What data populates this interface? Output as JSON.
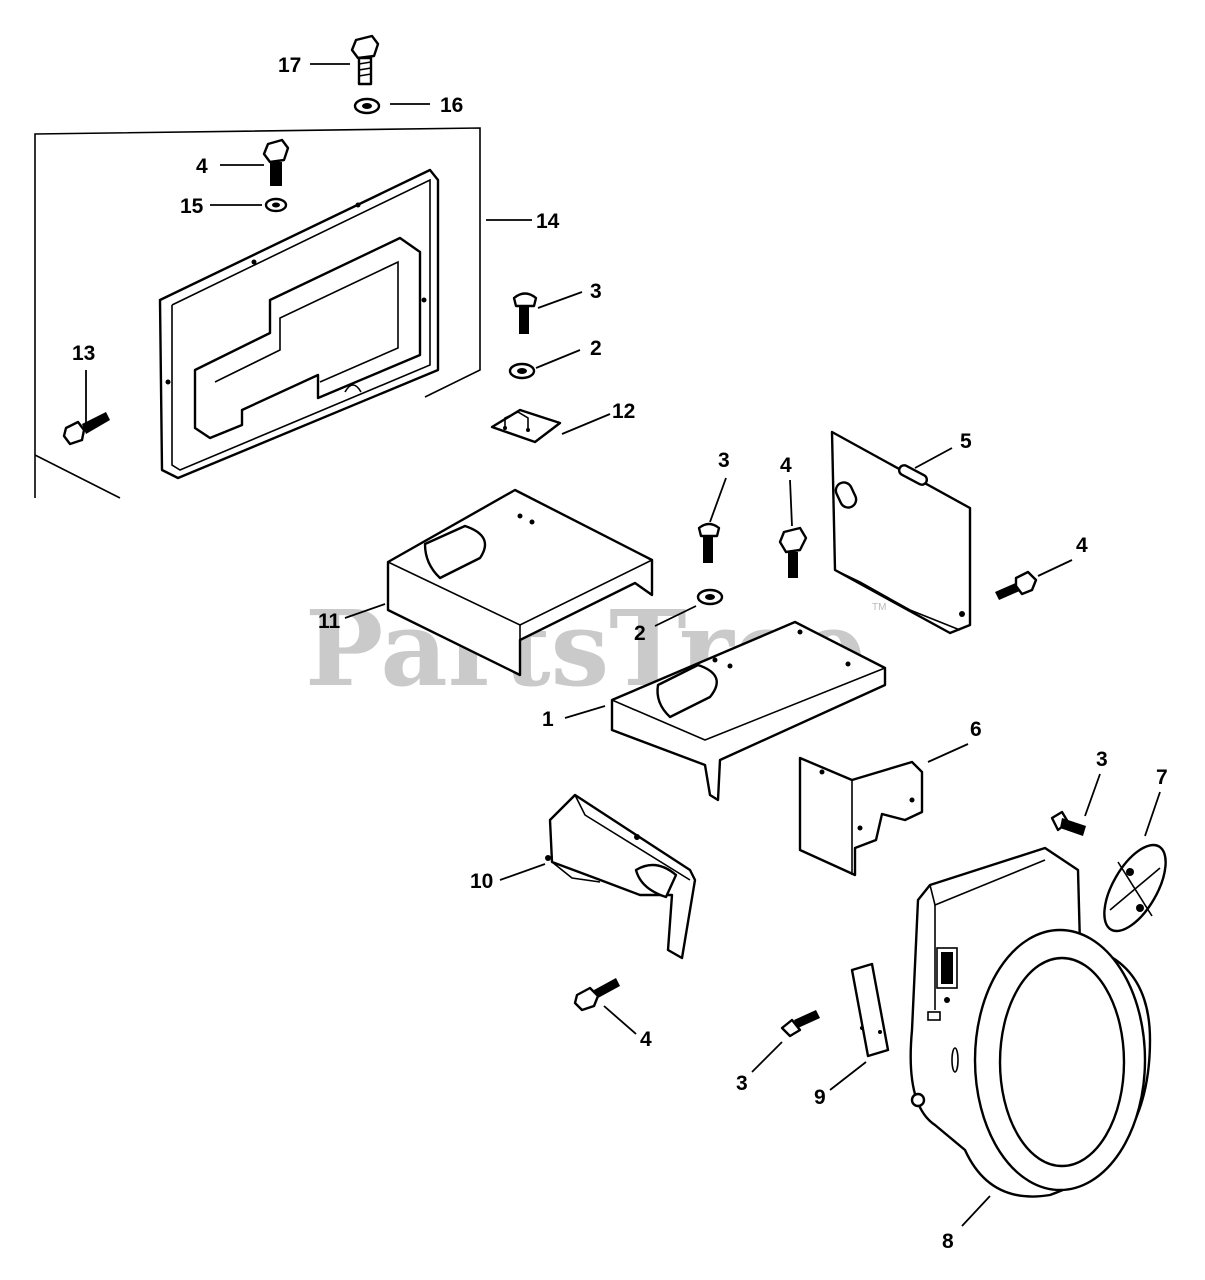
{
  "watermark": {
    "text": "PartsTree",
    "trademark": "TM"
  },
  "callouts": [
    {
      "id": "c17",
      "label": "17"
    },
    {
      "id": "c16",
      "label": "16"
    },
    {
      "id": "c4a",
      "label": "4"
    },
    {
      "id": "c15",
      "label": "15"
    },
    {
      "id": "c14",
      "label": "14"
    },
    {
      "id": "c13",
      "label": "13"
    },
    {
      "id": "c3a",
      "label": "3"
    },
    {
      "id": "c2a",
      "label": "2"
    },
    {
      "id": "c12",
      "label": "12"
    },
    {
      "id": "c3b",
      "label": "3"
    },
    {
      "id": "c4b",
      "label": "4"
    },
    {
      "id": "c5",
      "label": "5"
    },
    {
      "id": "c4c",
      "label": "4"
    },
    {
      "id": "c11",
      "label": "11"
    },
    {
      "id": "c2b",
      "label": "2"
    },
    {
      "id": "c1",
      "label": "1"
    },
    {
      "id": "c6",
      "label": "6"
    },
    {
      "id": "c3c",
      "label": "3"
    },
    {
      "id": "c7",
      "label": "7"
    },
    {
      "id": "c10",
      "label": "10"
    },
    {
      "id": "c4d",
      "label": "4"
    },
    {
      "id": "c3d",
      "label": "3"
    },
    {
      "id": "c9",
      "label": "9"
    },
    {
      "id": "c8",
      "label": "8"
    }
  ]
}
